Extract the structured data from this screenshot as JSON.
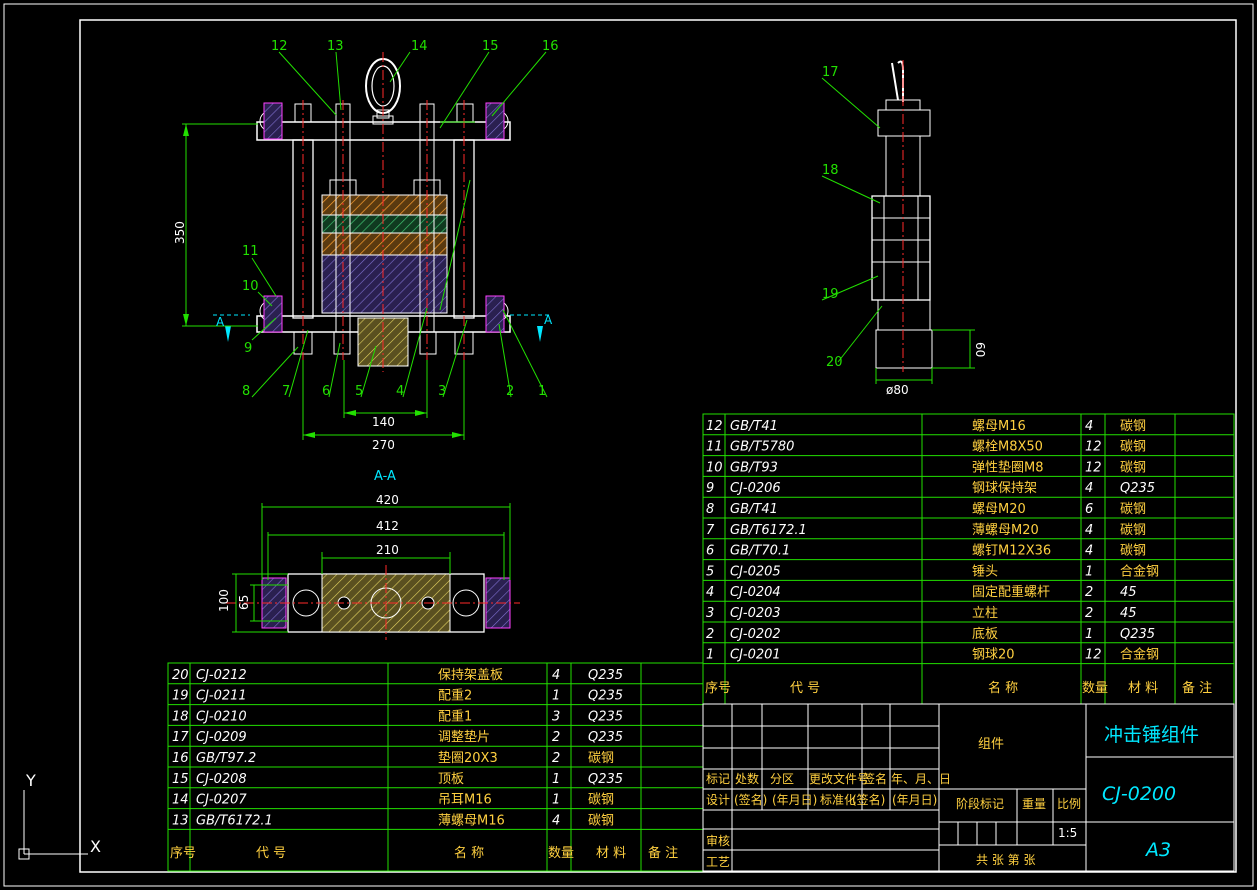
{
  "balloons": [
    "1",
    "2",
    "3",
    "4",
    "5",
    "6",
    "7",
    "8",
    "9",
    "10",
    "11",
    "12",
    "13",
    "14",
    "15",
    "16",
    "17",
    "18",
    "19",
    "20"
  ],
  "dims": {
    "d350": "350",
    "d140": "140",
    "d270": "270",
    "d420": "420",
    "d412": "412",
    "d210": "210",
    "d100": "100",
    "d65": "65",
    "d60": "60",
    "d80": "ø80"
  },
  "section": {
    "label": "A-A",
    "arrow_left": "A",
    "arrow_right": "A"
  },
  "ucs": {
    "x": "X",
    "y": "Y"
  },
  "bom_right": [
    {
      "no": "12",
      "code": "GB/T41",
      "name": "螺母M16",
      "qty": "4",
      "mat": "碳钢"
    },
    {
      "no": "11",
      "code": "GB/T5780",
      "name": "螺栓M8X50",
      "qty": "12",
      "mat": "碳钢"
    },
    {
      "no": "10",
      "code": "GB/T93",
      "name": "弹性垫圈M8",
      "qty": "12",
      "mat": "碳钢"
    },
    {
      "no": "9",
      "code": "CJ-0206",
      "name": "钢球保持架",
      "qty": "4",
      "mat": "Q235"
    },
    {
      "no": "8",
      "code": "GB/T41",
      "name": "螺母M20",
      "qty": "6",
      "mat": "碳钢"
    },
    {
      "no": "7",
      "code": "GB/T6172.1",
      "name": "薄螺母M20",
      "qty": "4",
      "mat": "碳钢"
    },
    {
      "no": "6",
      "code": "GB/T70.1",
      "name": "螺钉M12X36",
      "qty": "4",
      "mat": "碳钢"
    },
    {
      "no": "5",
      "code": "CJ-0205",
      "name": "锤头",
      "qty": "1",
      "mat": "合金钢"
    },
    {
      "no": "4",
      "code": "CJ-0204",
      "name": "固定配重螺杆",
      "qty": "2",
      "mat": "45"
    },
    {
      "no": "3",
      "code": "CJ-0203",
      "name": "立柱",
      "qty": "2",
      "mat": "45"
    },
    {
      "no": "2",
      "code": "CJ-0202",
      "name": "底板",
      "qty": "1",
      "mat": "Q235"
    },
    {
      "no": "1",
      "code": "CJ-0201",
      "name": "钢球20",
      "qty": "12",
      "mat": "合金钢"
    }
  ],
  "bom_left": [
    {
      "no": "20",
      "code": "CJ-0212",
      "name": "保持架盖板",
      "qty": "4",
      "mat": "Q235"
    },
    {
      "no": "19",
      "code": "CJ-0211",
      "name": "配重2",
      "qty": "1",
      "mat": "Q235"
    },
    {
      "no": "18",
      "code": "CJ-0210",
      "name": "配重1",
      "qty": "3",
      "mat": "Q235"
    },
    {
      "no": "17",
      "code": "CJ-0209",
      "name": "调整垫片",
      "qty": "2",
      "mat": "Q235"
    },
    {
      "no": "16",
      "code": "GB/T97.2",
      "name": "垫圈20X3",
      "qty": "2",
      "mat": "碳钢"
    },
    {
      "no": "15",
      "code": "CJ-0208",
      "name": "顶板",
      "qty": "1",
      "mat": "Q235"
    },
    {
      "no": "14",
      "code": "CJ-0207",
      "name": "吊耳M16",
      "qty": "1",
      "mat": "碳钢"
    },
    {
      "no": "13",
      "code": "GB/T6172.1",
      "name": "薄螺母M16",
      "qty": "4",
      "mat": "碳钢"
    }
  ],
  "bom_header": {
    "no": "序号",
    "code": "代 号",
    "name": "名 称",
    "qty": "数量",
    "mat": "材 料",
    "remark": "备 注"
  },
  "title_block": {
    "group": "组件",
    "title": "冲击锤组件",
    "drawing_no": "CJ-0200",
    "paper": "A3",
    "r_biaoji": "标记",
    "r_chushu": "处数",
    "r_fenqu": "分区",
    "r_wenjian": "更改文件号",
    "r_qianming": "签名",
    "r_date": "年、月、日",
    "r_sheji": "设计",
    "r_qm1": "(签名)",
    "r_date1": "(年月日)",
    "r_biaozhun": "标准化",
    "r_qm2": "(签名)",
    "r_date2": "(年月日)",
    "r_shenhe": "审核",
    "r_gongyi": "工艺",
    "jieduan": "阶段标记",
    "zhongliang": "重量",
    "bili": "比例",
    "scale": "1:5",
    "sheets": "共 张 第 张"
  },
  "colors": {
    "background": "#000000",
    "frame": "#ffffff",
    "annotation": "#22e000",
    "dimension_text": "#ffffff",
    "section_mark": "#00e8ff",
    "centerline": "#ff2a2a"
  }
}
